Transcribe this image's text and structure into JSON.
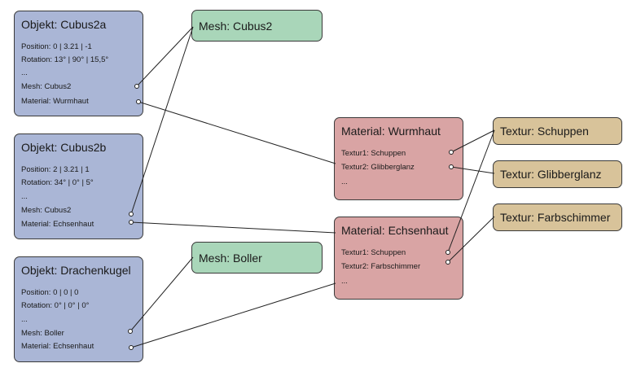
{
  "objects": [
    {
      "title": "Objekt: Cubus2a",
      "position": "Position: 0 | 3.21 | -1",
      "rotation": "Rotation: 13° | 90° | 15,5°",
      "ellipsis": "...",
      "mesh": "Mesh: Cubus2",
      "material": "Material: Wurmhaut"
    },
    {
      "title": "Objekt: Cubus2b",
      "position": "Position: 2 | 3.21 | 1",
      "rotation": "Rotation: 34° | 0° | 5°",
      "ellipsis": "...",
      "mesh": "Mesh: Cubus2",
      "material": "Material: Echsenhaut"
    },
    {
      "title": "Objekt: Drachenkugel",
      "position": "Position: 0 | 0 | 0",
      "rotation": "Rotation: 0° | 0° | 0°",
      "ellipsis": "...",
      "mesh": "Mesh: Boller",
      "material": "Material: Echsenhaut"
    }
  ],
  "meshes": [
    {
      "title": "Mesh: Cubus2"
    },
    {
      "title": "Mesh: Boller"
    }
  ],
  "materials": [
    {
      "title": "Material: Wurmhaut",
      "texture1": "Textur1: Schuppen",
      "texture2": "Textur2: Glibberglanz",
      "ellipsis": "..."
    },
    {
      "title": "Material: Echsenhaut",
      "texture1": "Textur1: Schuppen",
      "texture2": "Textur2: Farbschimmer",
      "ellipsis": "..."
    }
  ],
  "textures": [
    {
      "title": "Textur: Schuppen"
    },
    {
      "title": "Textur: Glibberglanz"
    },
    {
      "title": "Textur: Farbschimmer"
    }
  ],
  "colors": {
    "object": "#aab6d6",
    "mesh": "#a9d6b9",
    "material": "#d9a4a4",
    "texture": "#d8c39a"
  }
}
